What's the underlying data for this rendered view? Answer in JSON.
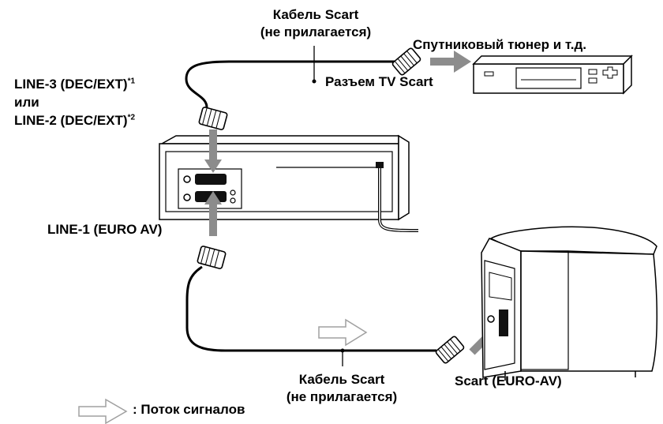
{
  "labels": {
    "top_cable_line1": "Кабель Scart",
    "top_cable_line2": "(не прилагается)",
    "satellite": "Спутниковый тюнер и т.д.",
    "line3": "LINE-3 (DEC/EXT)",
    "line3_note": "*1",
    "or": "или",
    "line2": "LINE-2 (DEC/EXT)",
    "line2_note": "*2",
    "tv_scart_jack": "Разъем TV Scart",
    "line1": "LINE-1 (EURO AV)",
    "bottom_cable_line1": "Кабель Scart",
    "bottom_cable_line2": "(не прилагается)",
    "scart_euro": "Scart (EURO-AV)",
    "legend": ": Поток сигналов"
  },
  "colors": {
    "line": "#000000",
    "arrow_gray": "#8c8c8c",
    "outline_gray": "#a0a0a0",
    "device_fill": "#ffffff",
    "dark_fill": "#111111"
  }
}
